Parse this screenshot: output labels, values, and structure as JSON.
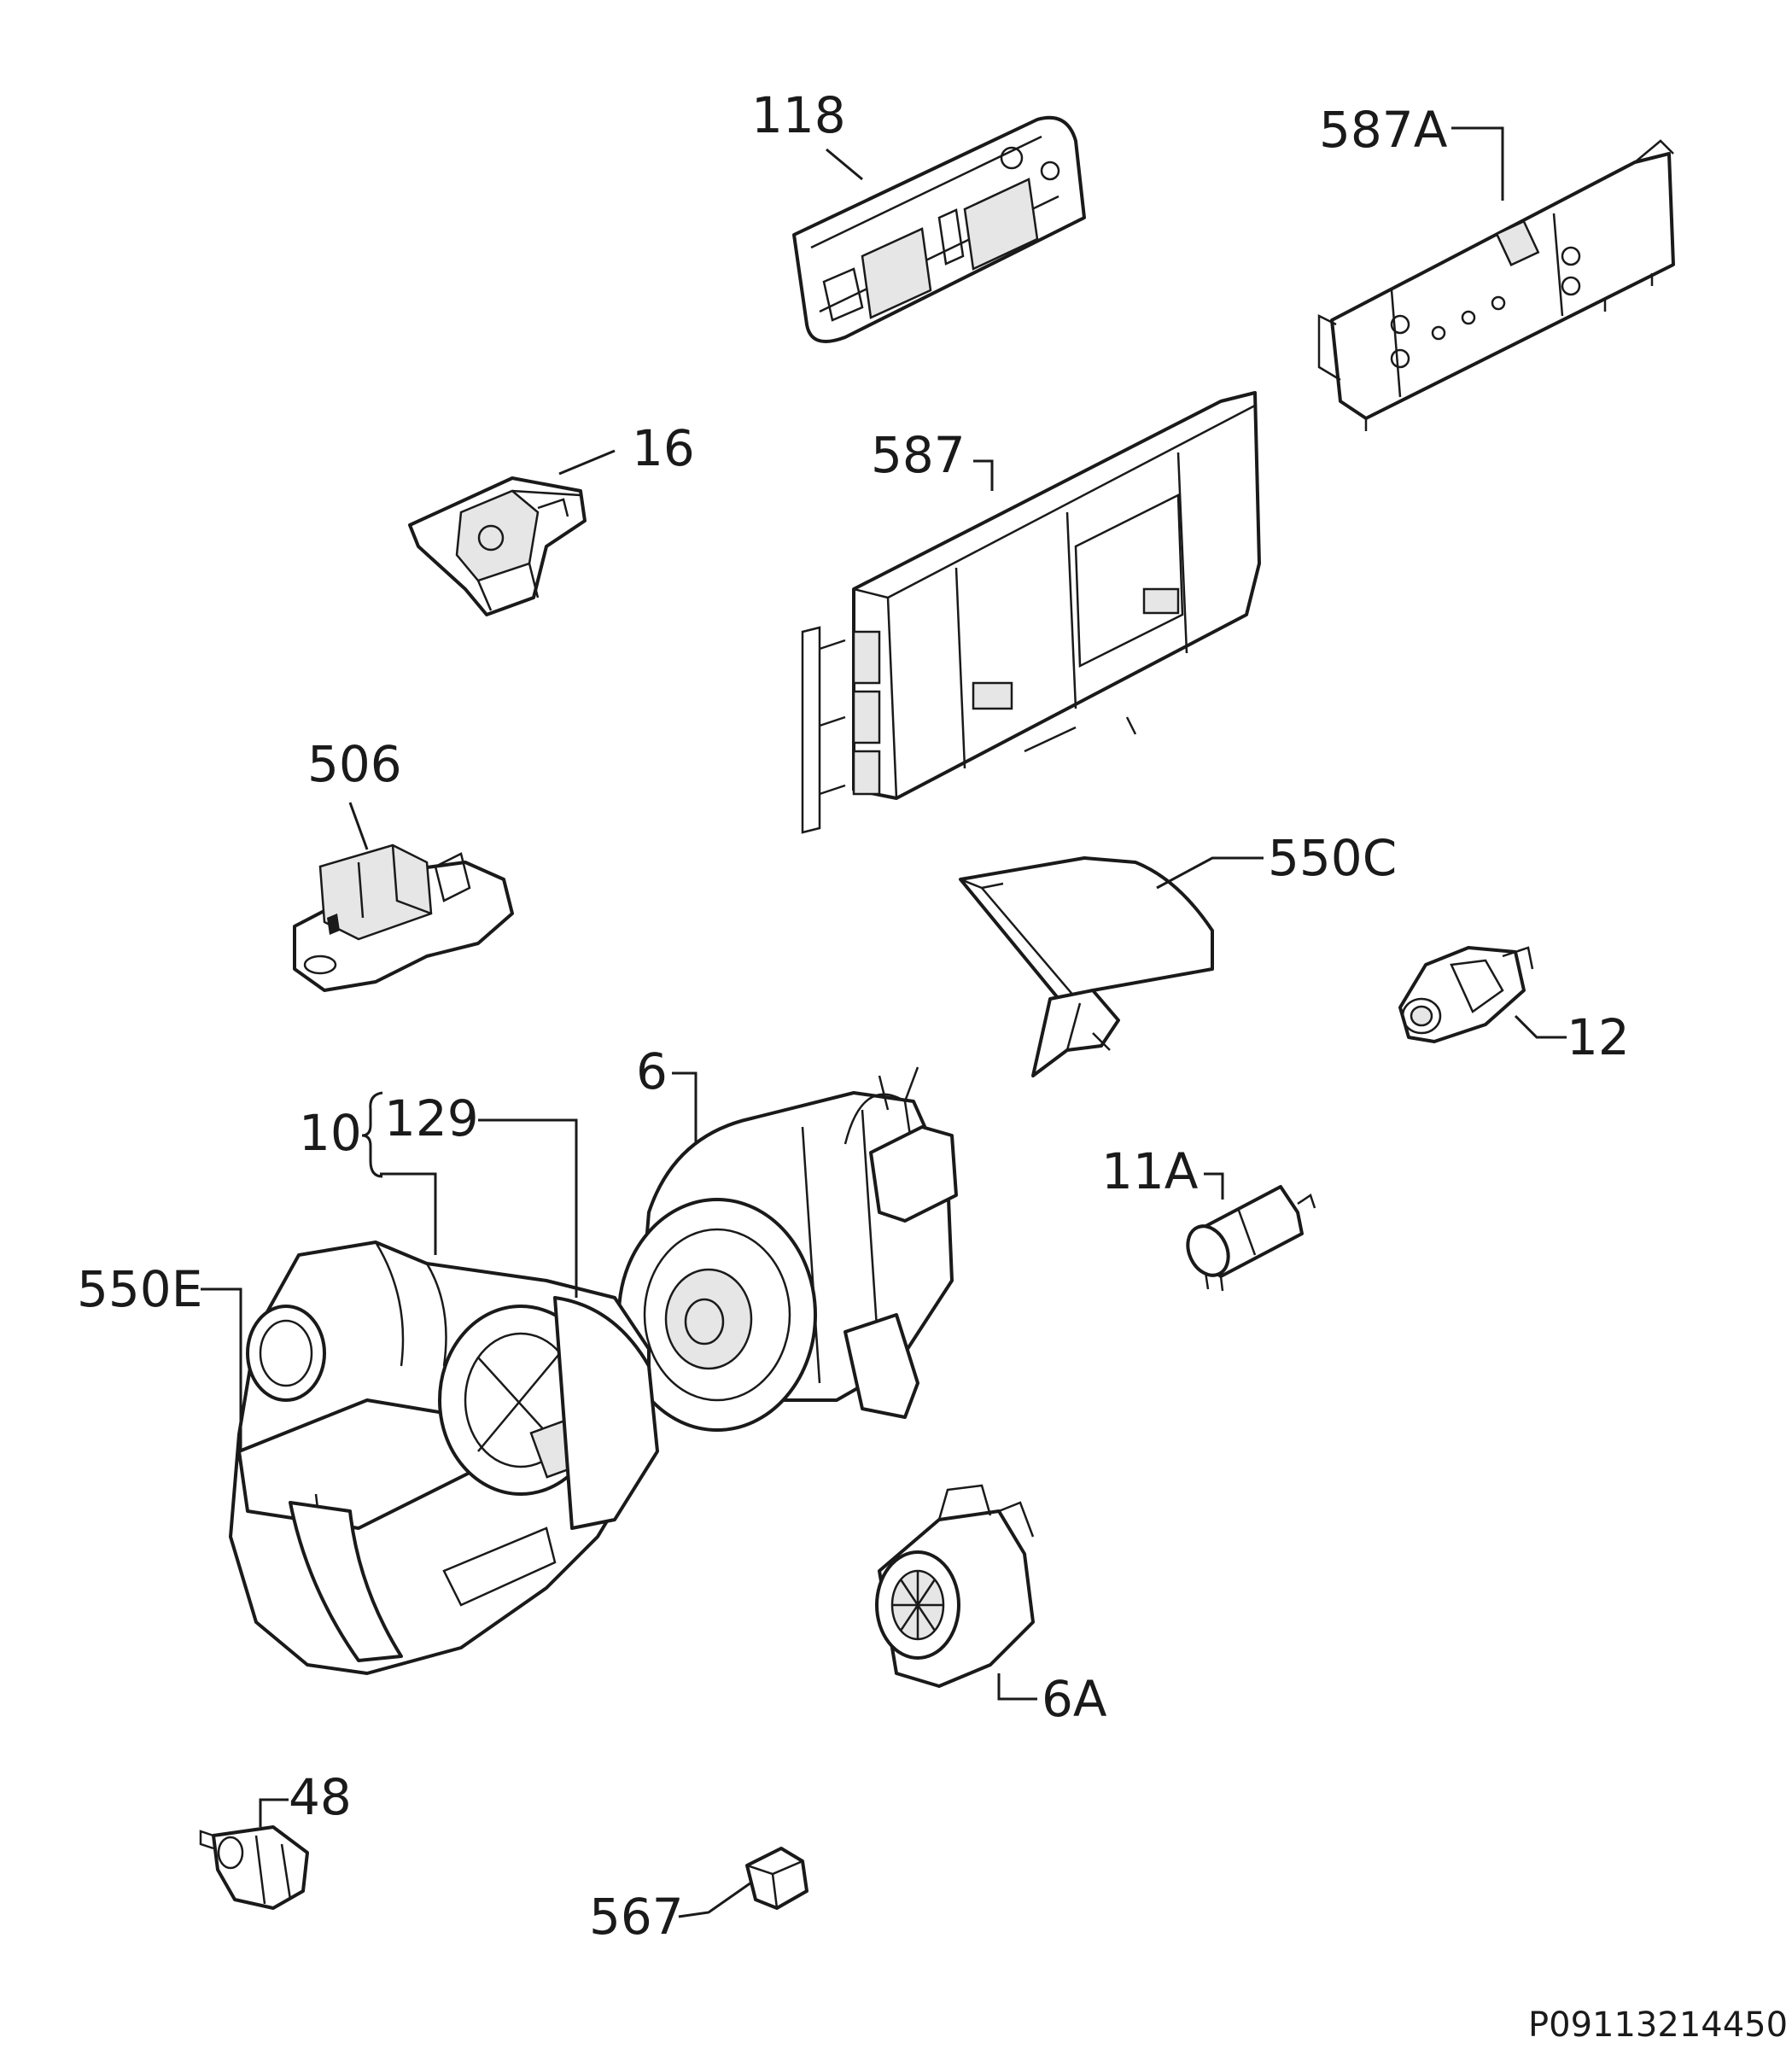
{
  "callouts": {
    "c118": "118",
    "c587A": "587A",
    "c16": "16",
    "c587": "587",
    "c506": "506",
    "c550C": "550C",
    "c12": "12",
    "c6": "6",
    "c10": "10",
    "c129": "129",
    "c11A": "11A",
    "c550E": "550E",
    "c6A": "6A",
    "c48": "48",
    "c567": "567"
  },
  "document_id": "P09113214450",
  "colors": {
    "line": "#1a1a1a",
    "background": "#ffffff",
    "shade": "#e6e6e6"
  }
}
